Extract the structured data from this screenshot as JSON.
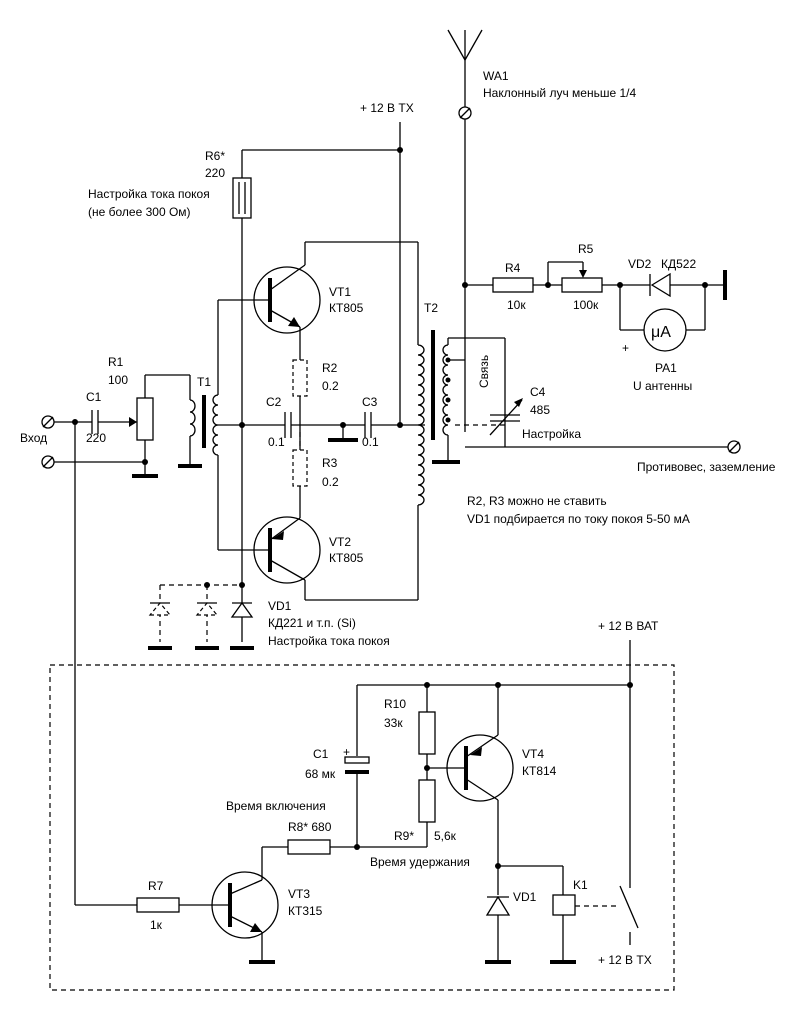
{
  "labels": {
    "wa1": "WA1",
    "wa1_desc": "Наклонный луч меньше 1/4",
    "plus12tx_top": "+ 12 В ТХ",
    "r6": "R6*",
    "r6_val": "220",
    "r6_desc1": "Настройка тока покоя",
    "r6_desc2": "(не более 300 Ом)",
    "vt1": "VT1",
    "vt1_type": "КТ805",
    "r2": "R2",
    "r2_val": "0.2",
    "r3": "R3",
    "r3_val": "0.2",
    "vt2": "VT2",
    "vt2_type": "КТ805",
    "r1": "R1",
    "r1_val": "100",
    "c1": "C1",
    "c1_val": "220",
    "input": "Вход",
    "t1": "T1",
    "c2": "C2",
    "c2_val": "0.1",
    "c3": "C3",
    "c3_val": "0.1",
    "t2": "T2",
    "svyaz": "Связь",
    "c4": "C4",
    "c4_val": "485",
    "c4_desc": "Настройка",
    "r4": "R4",
    "r4_val": "10к",
    "r5": "R5",
    "r5_val": "100к",
    "vd2": "VD2",
    "vd2_type": "КД522",
    "pa1_sym": "μA",
    "pa1_plus": "+",
    "pa1": "PA1",
    "pa1_desc": "U антенны",
    "counterpoise": "Противовес, заземление",
    "note1": "R2, R3 можно не ставить",
    "note2": "VD1 подбирается по току покоя 5-50 мА",
    "vd1": "VD1",
    "vd1_type": "КД221 и т.п. (Si)",
    "vd1_desc": "Настройка тока покоя",
    "plus12bat": "+ 12 В ВАТ",
    "r10": "R10",
    "r10_val": "33к",
    "c1b": "C1",
    "c1b_val": "68 мк",
    "c1b_plus": "+",
    "vt4": "VT4",
    "vt4_type": "КТ814",
    "on_time": "Время включения",
    "r8": "R8* 680",
    "r9": "R9*",
    "r9_val": "5,6к",
    "hold_time": "Время удержания",
    "r7": "R7",
    "r7_val": "1к",
    "vt3": "VT3",
    "vt3_type": "КТ315",
    "vd1b": "VD1",
    "k1": "K1",
    "plus12tx_bot": "+ 12 В ТХ"
  }
}
